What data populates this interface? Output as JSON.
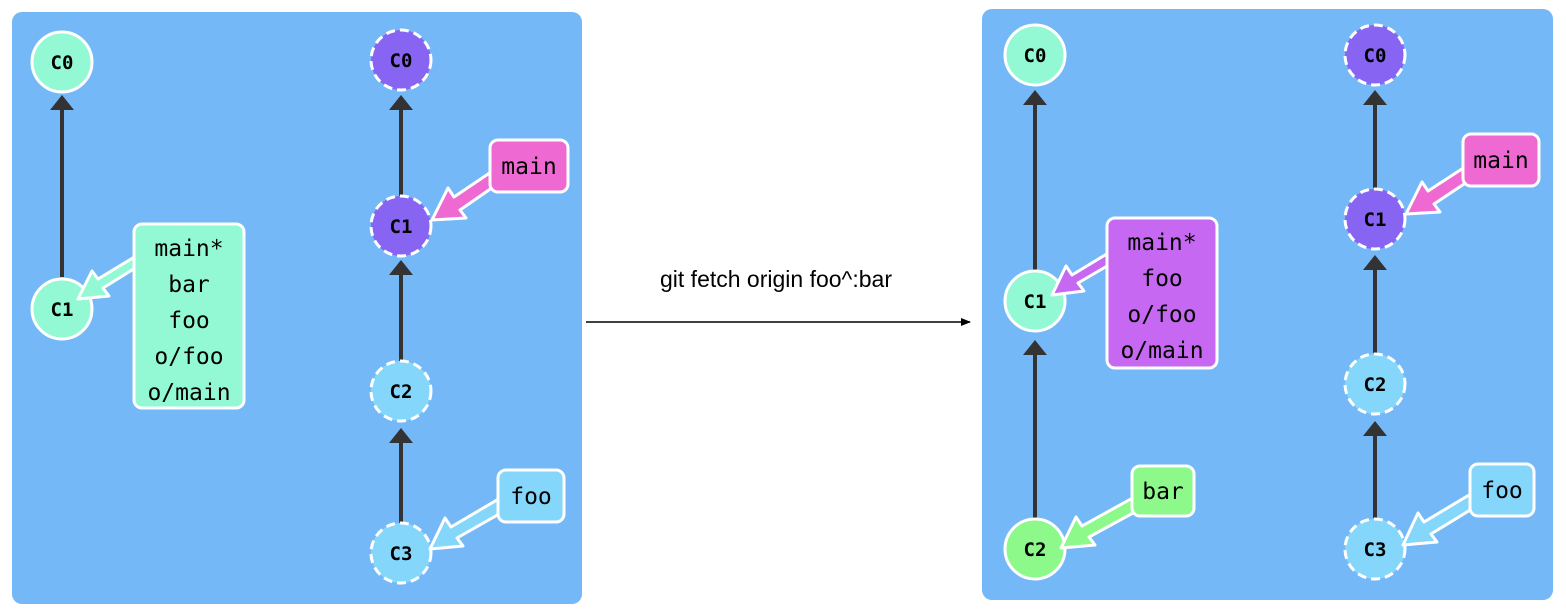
{
  "colors": {
    "panel": "#75b8f7",
    "edge": "#333333",
    "node_local": "#93f9d4",
    "node_remote_purple": "#8765f2",
    "node_remote_light": "#84d6fa",
    "node_green": "#8cf98a",
    "label_green": "#93f9d4",
    "label_purple": "#c668f1",
    "label_pink": "#ee6ad2",
    "label_lightblue": "#84d6fa",
    "label_bargreen": "#8cf98a"
  },
  "command": "git fetch origin foo^:bar",
  "before": {
    "local": {
      "nodes": [
        "C0",
        "C1"
      ],
      "branch_label": [
        "main*",
        "bar",
        "foo",
        "o/foo",
        "o/main"
      ]
    },
    "remote": {
      "nodes": [
        "C0",
        "C1",
        "C2",
        "C3"
      ],
      "main_label": "main",
      "foo_label": "foo"
    }
  },
  "after": {
    "local": {
      "nodes": [
        "C0",
        "C1",
        "C2"
      ],
      "branch_label": [
        "main*",
        "foo",
        "o/foo",
        "o/main"
      ],
      "bar_label": "bar"
    },
    "remote": {
      "nodes": [
        "C0",
        "C1",
        "C2",
        "C3"
      ],
      "main_label": "main",
      "foo_label": "foo"
    }
  }
}
